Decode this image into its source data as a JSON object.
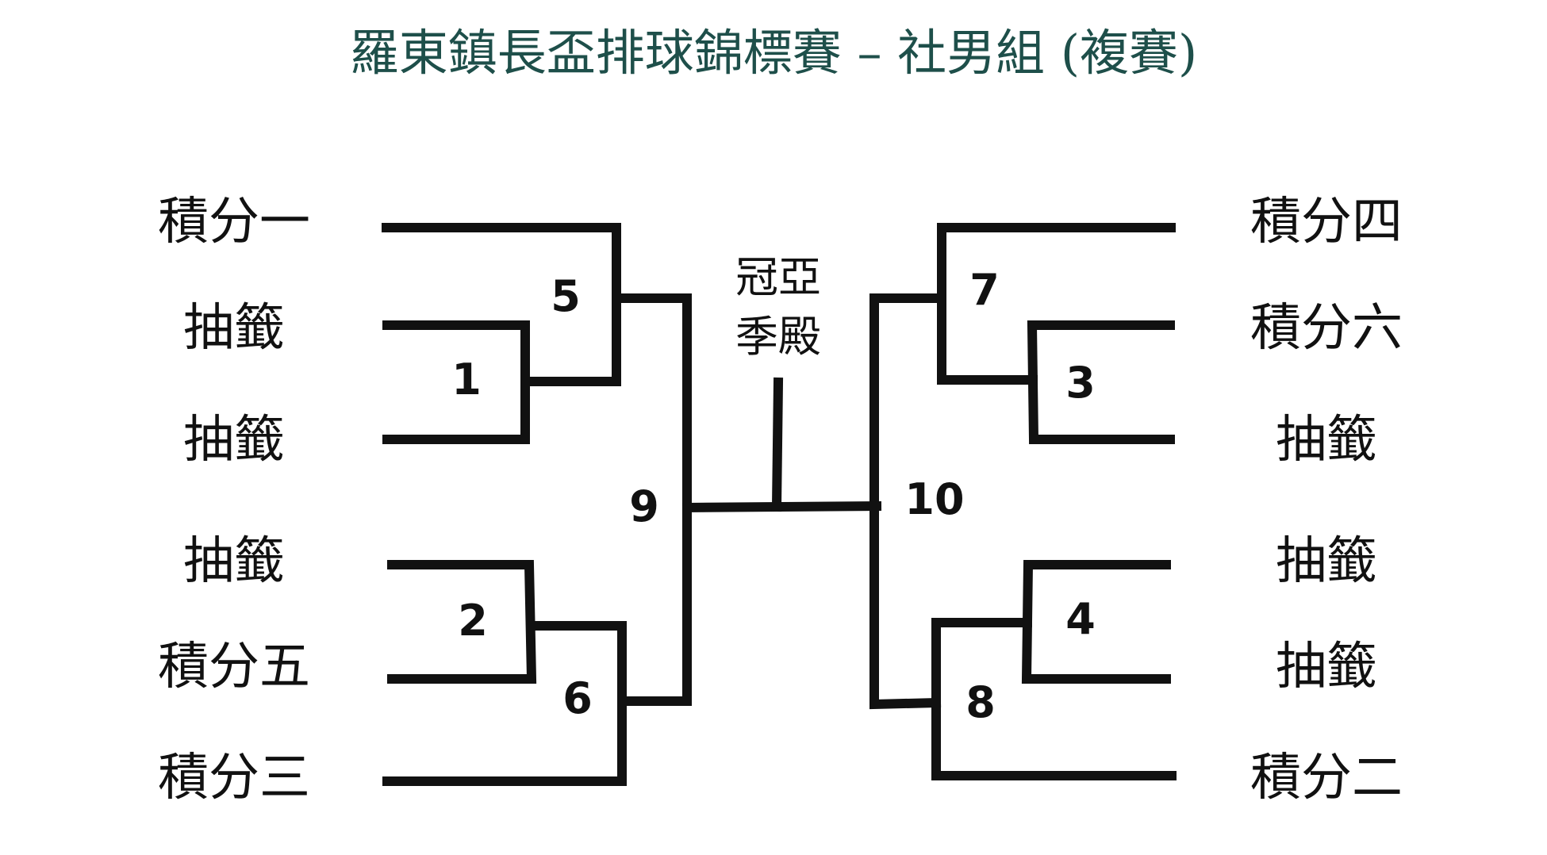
{
  "title": "羅東鎮長盃排球錦標賽 – 社男組 (複賽)",
  "left_slots": [
    "積分一",
    "抽籤",
    "抽籤",
    "抽籤",
    "積分五",
    "積分三"
  ],
  "right_slots": [
    "積分四",
    "積分六",
    "抽籤",
    "抽籤",
    "抽籤",
    "積分二"
  ],
  "final_label": [
    "冠亞",
    "季殿"
  ],
  "match_numbers": {
    "m1": "1",
    "m2": "2",
    "m3": "3",
    "m4": "4",
    "m5": "5",
    "m6": "6",
    "m7": "7",
    "m8": "8",
    "m9": "9",
    "m10": "10"
  },
  "colors": {
    "title": "#1e4f4a",
    "lines": "#111111"
  }
}
